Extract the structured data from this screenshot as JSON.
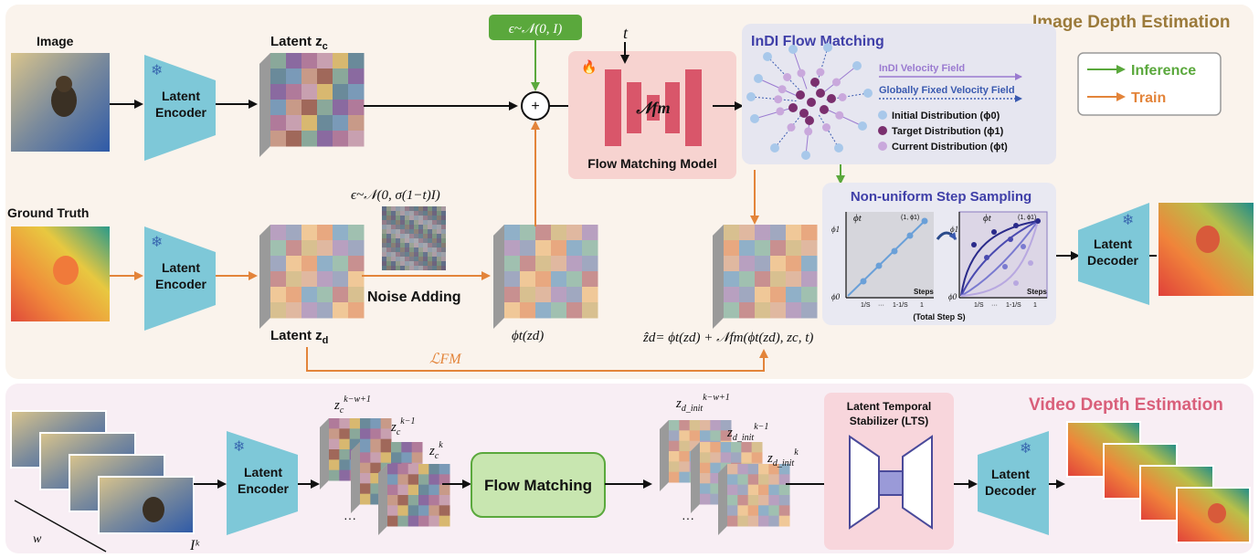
{
  "colors": {
    "image_panel_bg": "#faf3ec",
    "video_panel_bg": "#f8eef4",
    "image_title": "#9b7a3a",
    "video_title": "#d95f7a",
    "encoder_fill": "#7ec8d8",
    "fm_model_bg": "#f7d3d0",
    "fm_model_block": "#d9566a",
    "indi_bg": "#e6e6f0",
    "indi_title": "#3f3fa8",
    "nonuniform_bg": "#e9e9f2",
    "inference": "#5aa83c",
    "train": "#e3843a",
    "lts_bg": "#f8d6dc",
    "noise_box": "#5aa83c",
    "flow_matching_box": "#c8e6b0",
    "initial_dist": "#a8c8ea",
    "target_dist": "#7a2f6e",
    "current_dist": "#c9a8dc"
  },
  "image_section": {
    "title": "Image Depth Estimation",
    "image_label": "Image",
    "gt_label": "Ground Truth",
    "encoder_label_1": "Latent",
    "encoder_label_2": "Encoder",
    "latent_zc_label": "Latent z",
    "latent_zc_sub": "c",
    "latent_zd_label": "Latent z",
    "latent_zd_sub": "d",
    "noise_eq_top": "ϵ~𝒩(0, I)",
    "noise_eq_mid": "ϵ~𝒩(0, σ(1−t)I)",
    "noise_adding": "Noise Adding",
    "phi_zd": "ϕt(zd)",
    "plus": "+",
    "t_label": "t",
    "nfm_label": "𝒩fm",
    "fm_model_label": "Flow Matching Model",
    "zd_hat_eq": "ẑd= ϕt(zd) + 𝒩fm(ϕt(zd), zc, t)",
    "loss_label": "ℒFM",
    "decoder_label_1": "Latent",
    "decoder_label_2": "Decoder"
  },
  "legend": {
    "inference": "Inference",
    "train": "Train"
  },
  "indi": {
    "title": "InDI Flow Matching",
    "velocity_field": "InDI Velocity Field",
    "fixed_field": "Globally Fixed Velocity Field",
    "initial": "Initial Distribution (ϕ0)",
    "target": "Target Distribution (ϕ1)",
    "current": "Current Distribution (ϕt)"
  },
  "nonuniform": {
    "title": "Non-uniform Step Sampling",
    "phi_t": "ϕt",
    "phi_1": "ϕ1",
    "phi_0": "ϕ0",
    "corner": "(1, ϕ1)",
    "steps": "Steps",
    "tick_1": "1/S",
    "tick_dots": "···",
    "tick_2": "1-1/S",
    "tick_3": "1",
    "total": "(Total Step S)"
  },
  "video_section": {
    "title": "Video Depth Estimation",
    "w_label": "w",
    "ik_label": "Iᵏ",
    "encoder_label_1": "Latent",
    "encoder_label_2": "Encoder",
    "zc_1": "zc k−w+1",
    "zc_2": "zc k−1",
    "zc_3": "zc k",
    "flow_matching": "Flow Matching",
    "zd_1": "zd_init k−w+1",
    "zd_2": "zd_init k−1",
    "zd_3": "zd_init k",
    "lts_1": "Latent Temporal",
    "lts_2": "Stabilizer (LTS)",
    "decoder_label_1": "Latent",
    "decoder_label_2": "Decoder",
    "dots": "···"
  }
}
